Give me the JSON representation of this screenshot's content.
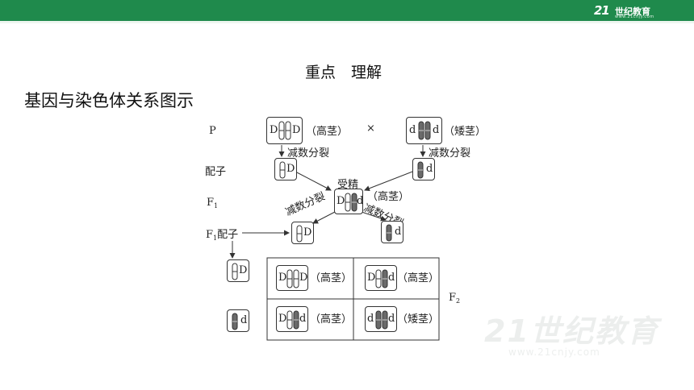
{
  "header": {
    "logo_mark": "21",
    "logo_text": "世纪教育",
    "logo_sub": "www.21cnjy.com"
  },
  "heading": "重点　理解",
  "subheading": "基因与染色体关系图示",
  "rows": {
    "p": "P",
    "gamete": "配子",
    "f1": "F",
    "f1_sub": "1",
    "f1_gamete_prefix": "F",
    "f1_gamete_sub": "1",
    "f1_gamete_suffix": "配子",
    "f2": "F",
    "f2_sub": "2"
  },
  "parents": {
    "left": {
      "genes": [
        "D",
        "D"
      ],
      "trait": "（高茎）"
    },
    "right": {
      "genes": [
        "d",
        "d"
      ],
      "trait": "（矮茎）"
    },
    "cross": "×"
  },
  "processes": {
    "meiosis": "减数分裂",
    "fertilization": "受精"
  },
  "gametes": {
    "D": "D",
    "d": "d"
  },
  "f1": {
    "genes": [
      "D",
      "d"
    ],
    "trait": "（高茎）"
  },
  "f2_grid": [
    {
      "genes": [
        "D",
        "D"
      ],
      "trait": "（高茎）"
    },
    {
      "genes": [
        "D",
        "d"
      ],
      "trait": "（高茎）"
    },
    {
      "genes": [
        "D",
        "d"
      ],
      "trait": "（高茎）"
    },
    {
      "genes": [
        "d",
        "d"
      ],
      "trait": "（矮茎）"
    }
  ],
  "watermark": {
    "big": "21世纪教育",
    "small": "www.21cnjy.com"
  }
}
